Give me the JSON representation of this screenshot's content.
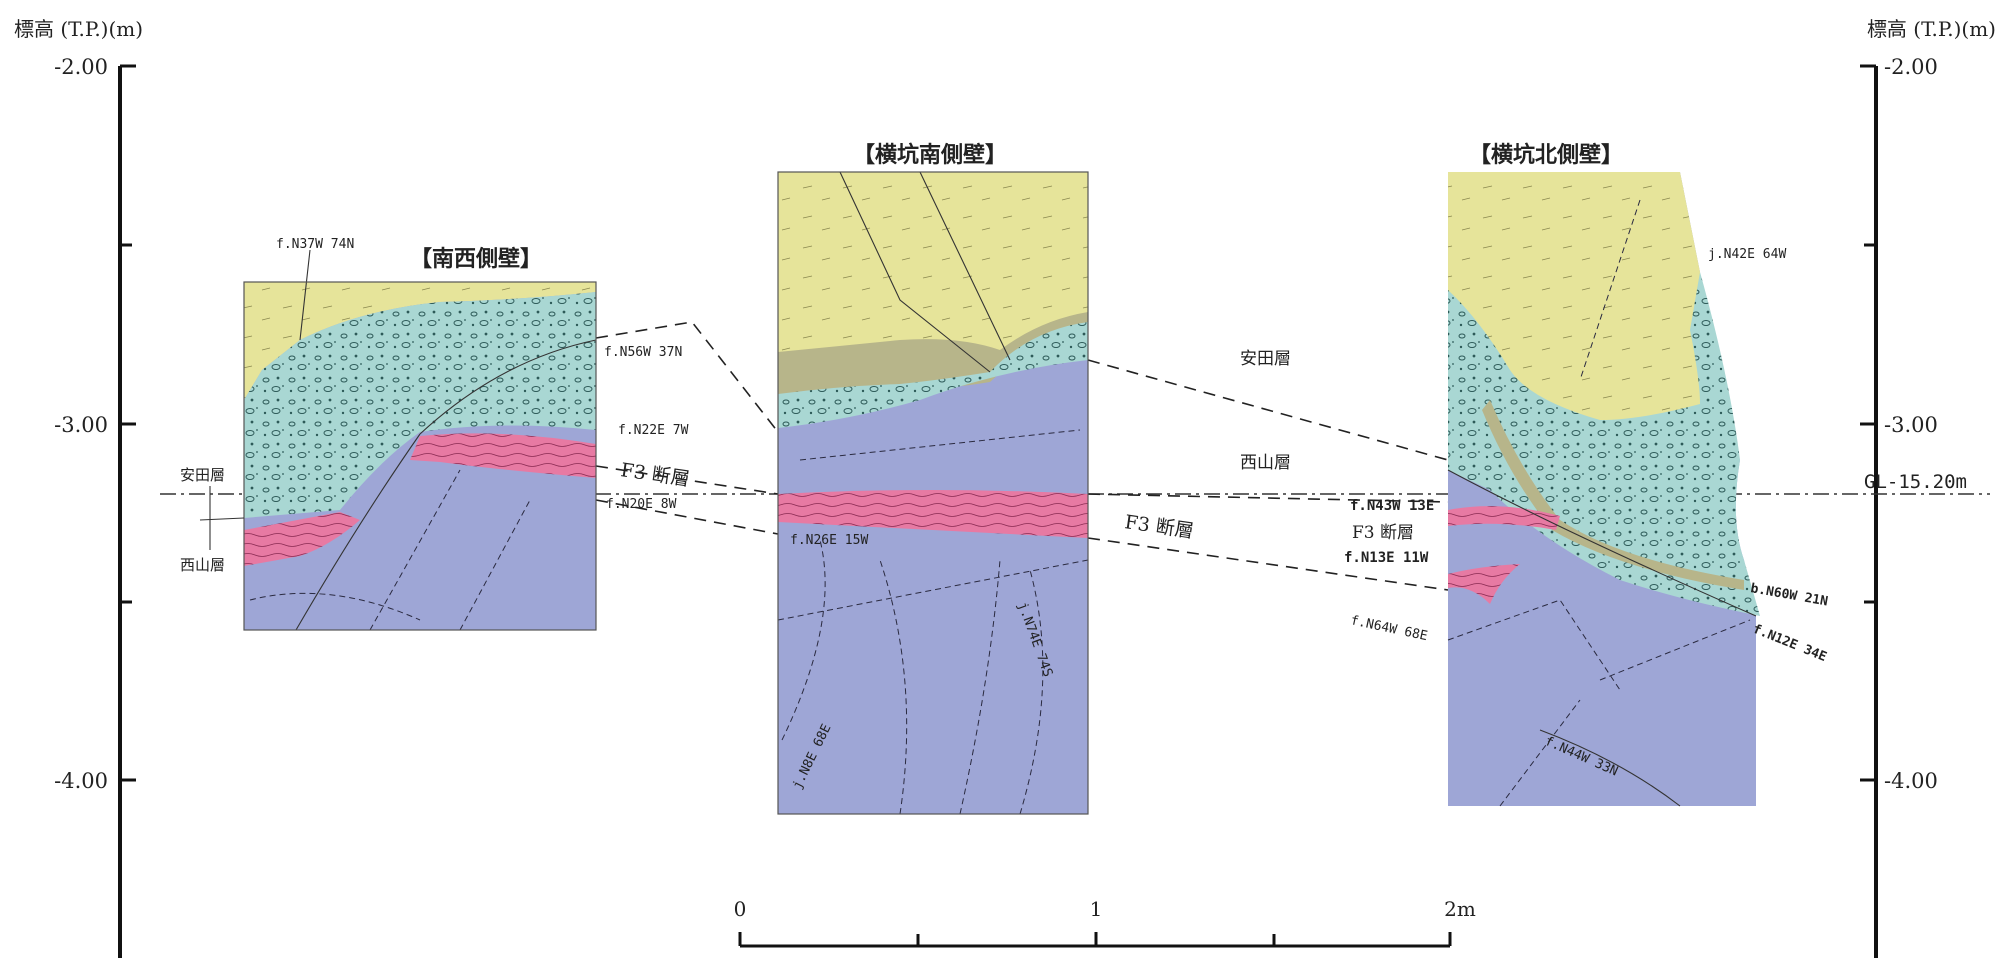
{
  "axis": {
    "left_title": "標高 (T.P.)(m)",
    "right_title": "標高 (T.P.)(m)",
    "ticks": [
      "-2.00",
      "-3.00",
      "-4.00"
    ],
    "right_ticks": [
      "-2.00",
      "-3.00",
      "-4.00"
    ],
    "gl_label": "GL-15.20m"
  },
  "scale_bar": {
    "labels": [
      "0",
      "1",
      "2m"
    ]
  },
  "panels": {
    "southwest": {
      "title": "【南西側壁】",
      "faults": [
        "f.N37W 74N",
        "f.N56W 37N",
        "f.N22E 7W",
        "f.N20E 8W"
      ],
      "f3_label": "F3 断層",
      "yasuda_label": "安田層",
      "nishiyama_label": "西山層"
    },
    "south": {
      "title": "【横坑南側壁】",
      "faults": [
        "f.N26E 15W",
        "j.N74E 74S",
        "j.N8E 68E"
      ]
    },
    "north": {
      "title": "【横坑北側壁】",
      "faults": [
        "j.N42E 64W",
        "f.N43W 13E",
        "f.N13E 11W",
        "f.N64W 68E",
        "b.N60W 21N",
        "f.N12E 34E",
        "f.N44W 33N"
      ],
      "f3_label": "F3 断層"
    }
  },
  "middle_labels": {
    "yasuda": "安田層",
    "nishiyama": "西山層",
    "f3": "F3 断層"
  },
  "colors": {
    "yasuda_yellow": "#e6e49a",
    "gravel_cyan": "#a9d7d3",
    "nishiyama_blue": "#9ea6d6",
    "fault_pink": "#e77aa3",
    "brown_band": "#b7b58a"
  }
}
